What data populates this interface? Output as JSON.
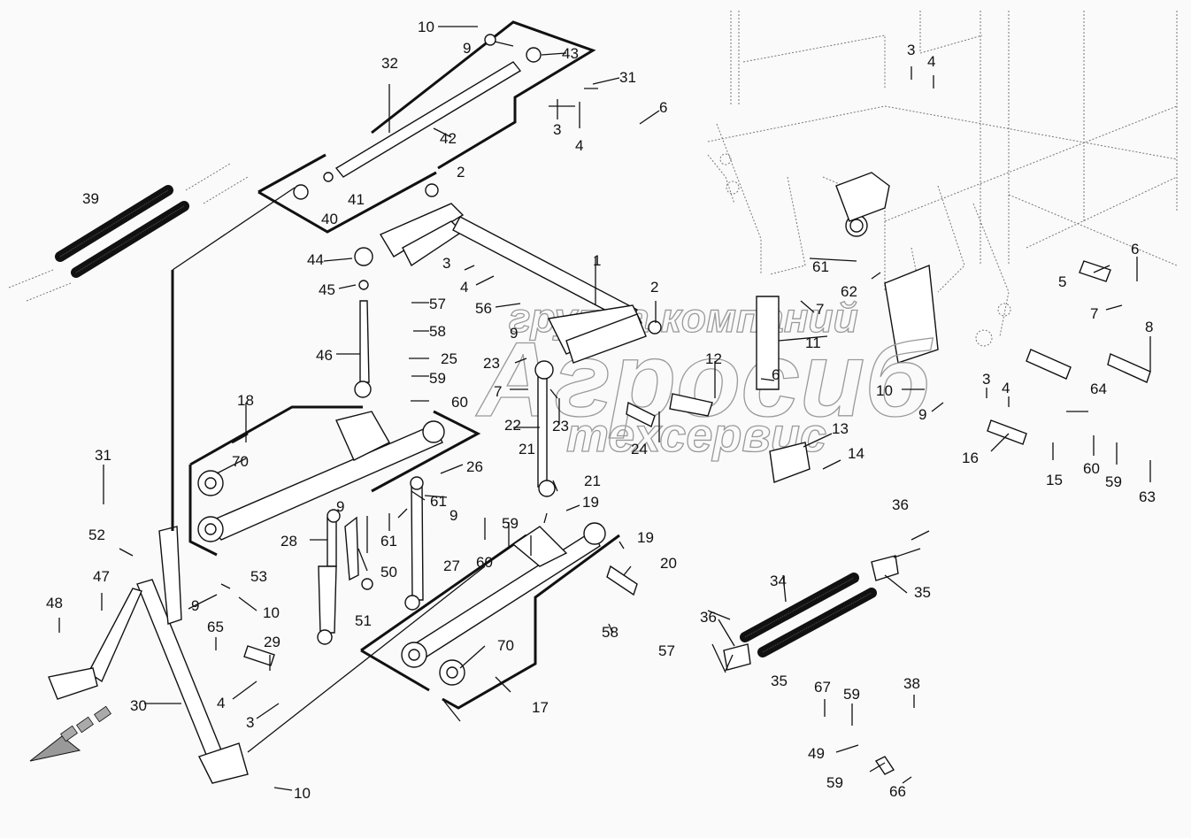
{
  "diagram": {
    "title": "Exploded parts diagram – three-point hitch / lower link assembly",
    "background": "#fafafa",
    "line_color": "#111111",
    "watermark": {
      "line1": "группа компаний",
      "line2": "Агросиб",
      "line3": "техсервис",
      "color": "#9a9a9a"
    },
    "direction_arrow": "travel-direction-arrow",
    "callouts": [
      "1",
      "2",
      "3",
      "4",
      "5",
      "6",
      "7",
      "8",
      "9",
      "10",
      "11",
      "12",
      "13",
      "14",
      "15",
      "16",
      "17",
      "18",
      "19",
      "20",
      "21",
      "22",
      "23",
      "24",
      "25",
      "26",
      "27",
      "28",
      "29",
      "30",
      "31",
      "32",
      "34",
      "35",
      "36",
      "38",
      "39",
      "40",
      "41",
      "42",
      "43",
      "44",
      "45",
      "46",
      "47",
      "48",
      "49",
      "50",
      "51",
      "52",
      "53",
      "56",
      "57",
      "58",
      "59",
      "60",
      "61",
      "62",
      "63",
      "64",
      "65",
      "66",
      "67",
      "70"
    ]
  }
}
